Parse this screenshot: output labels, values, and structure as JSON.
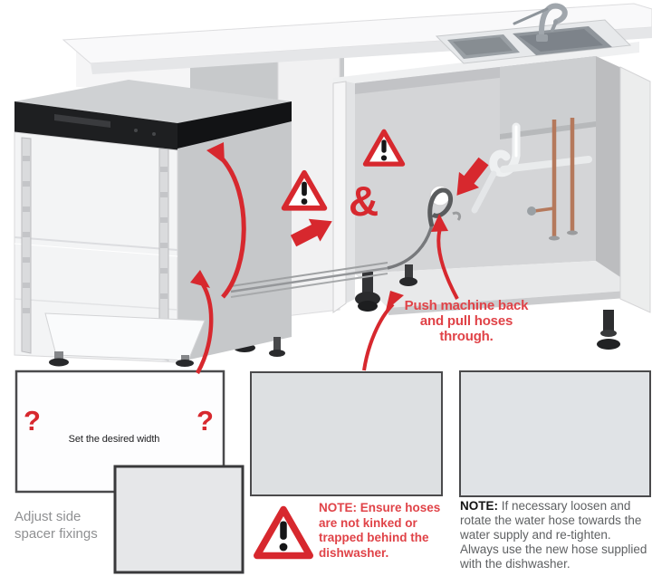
{
  "scene": {
    "push_note": "Push machine back and pull hoses through.",
    "ampersand": "&"
  },
  "width_panel": {
    "question_left": "?",
    "question_right": "?",
    "width_label": "Set the desired width",
    "adjust_caption": "Adjust side spacer fixings"
  },
  "hose_panel": {
    "note": "NOTE: Ensure hoses are not kinked or trapped behind the dishwasher."
  },
  "water_panel": {
    "note_prefix": "NOTE:",
    "note_body": "If necessary loosen and rotate the water hose towards the water supply and re-tighten. Always use the new hose supplied with the dishwasher."
  },
  "icons": {
    "warning_triangle": "⚠",
    "x_mark": "✕",
    "block_arrow": "➜",
    "curved_arrow": "↷",
    "rotate_arrow": "⤵",
    "double_arrow": "↔",
    "question_mark": "?"
  },
  "colors": {
    "accent_red": "#d7282e",
    "text_red": "#e04348",
    "caption_gray": "#8f9092",
    "note_gray": "#5f6163",
    "note_black": "#141414",
    "panel_border": "#4a4a4c"
  }
}
